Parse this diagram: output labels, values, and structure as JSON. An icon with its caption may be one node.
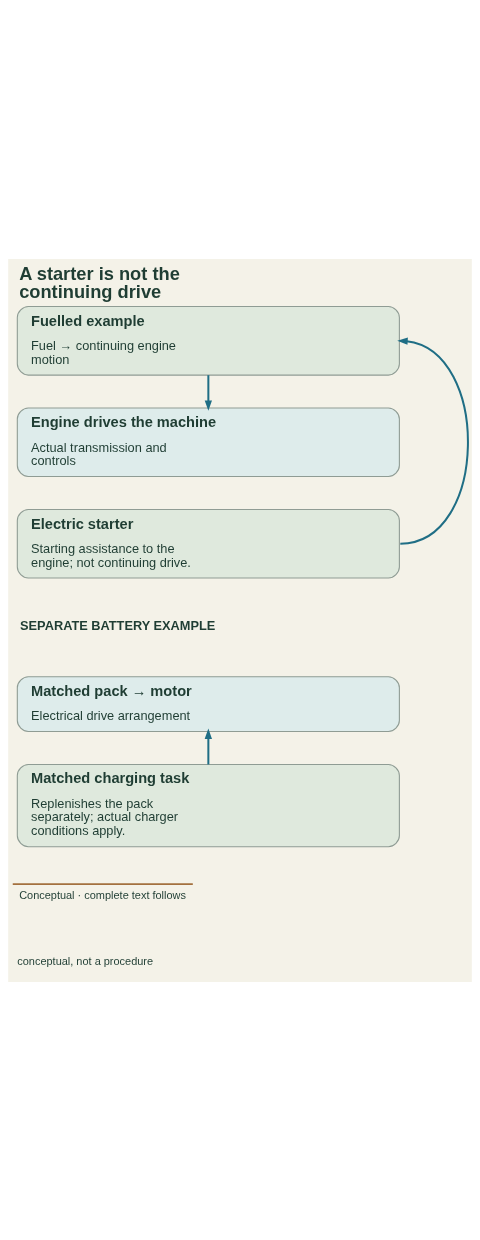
{
  "diagram": {
    "title": "A starter is not the continuing drive",
    "nodes": [
      {
        "text": [
          "Fuelled example",
          "Fuel → continuing engine motion"
        ]
      },
      {
        "text": [
          "Engine drives the machine",
          "Actual transmission and controls"
        ]
      },
      {
        "text": [
          "Electric starter",
          "Starting assistance to the engine; not continuing drive."
        ]
      },
      {
        "text": [
          "Matched pack → motor",
          "Electrical drive arrangement"
        ]
      },
      {
        "text": [
          "Matched charging task",
          "Replenishes the pack separately; actual charger conditions apply."
        ]
      }
    ],
    "edges": [
      {
        "from": 0,
        "to": 1,
        "arrow": "to"
      },
      {
        "from": 2,
        "to": 0,
        "arrow": "to"
      },
      {
        "from": 4,
        "to": 3,
        "arrow": "to"
      }
    ],
    "labels": [
      "SEPARATE BATTERY EXAMPLE",
      "Conceptual · complete text follows",
      "conceptual, not a procedure"
    ]
  }
}
